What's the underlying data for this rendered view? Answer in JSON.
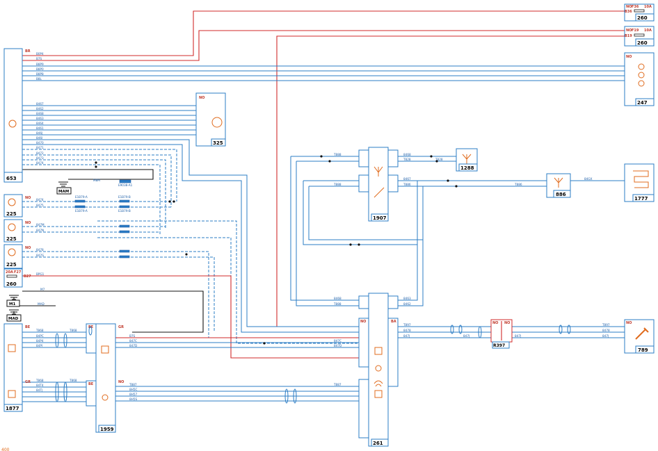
{
  "components": {
    "c653": {
      "code": "653",
      "conn": "BR"
    },
    "c325": {
      "code": "325",
      "conn": "NO"
    },
    "c225a": {
      "code": "225",
      "conn": "NO"
    },
    "c225b": {
      "code": "225",
      "conn": "NO"
    },
    "c225c": {
      "code": "225",
      "conn": "NO"
    },
    "c260a": {
      "code": "260",
      "conn": "NO",
      "fuse": "F36",
      "rating": "10A",
      "pin": "B36"
    },
    "c260b": {
      "code": "260",
      "conn": "NO",
      "fuse": "F19",
      "rating": "10A",
      "pin": "B19"
    },
    "c260c": {
      "code": "260",
      "fuse": "F27",
      "rating": "20A",
      "pin": "B27"
    },
    "c247": {
      "code": "247",
      "conn": "NO"
    },
    "c1288": {
      "code": "1288"
    },
    "c1907": {
      "code": "1907"
    },
    "c886": {
      "code": "886"
    },
    "c1777": {
      "code": "1777"
    },
    "c1877": {
      "code": "1877",
      "conn_top": "BE",
      "conn_bot": "GR"
    },
    "c1959": {
      "code": "1959",
      "conn_top": "GR",
      "conn_bot": "NO",
      "conn_left": "BE"
    },
    "c261": {
      "code": "261",
      "conn_top": "NO",
      "conn_right": "BA"
    },
    "r397": {
      "code": "R397",
      "conn": "NO"
    },
    "c789": {
      "code": "789",
      "conn": "NO"
    }
  },
  "grounds": {
    "mam": "MAM",
    "m1": "M1",
    "mad": "MAD"
  },
  "wires": {
    "w_b0p4": "B0P4",
    "w_b7s": "B7S",
    "w_b8p9": "B8P9",
    "w_b8p0": "B8P0",
    "w_b8p8": "B8P8",
    "w_b8l": "B8L",
    "w_8467": "8467",
    "w_8462": "8462",
    "w_8468": "8468",
    "w_8463": "8463",
    "w_8464": "8464",
    "w_8461": "8461",
    "w_846j": "846J",
    "w_846i": "846I",
    "w_8470": "8470",
    "w_8471": "8471",
    "w_8472": "8472",
    "w_8473": "8473",
    "w_m8m": "M8M",
    "w_m8m_a1": "E9038-A1",
    "w_8474": "8474",
    "w_8475": "8475",
    "w_e1b79a": "E1B79-A",
    "w_e1b79b": "E1B79-B",
    "w_847m": "847M",
    "w_847n": "847N",
    "w_8478": "8478",
    "w_847g": "847G",
    "w_bpg1": "BPG1",
    "w_m7": "M7",
    "w_mad": "MAD",
    "w_t868": "T868",
    "w_84pc": "84PC",
    "w_84p4": "84P4",
    "w_84pi": "84PI",
    "w_b7s2": "B7S",
    "w_847c": "847C",
    "w_847d": "847D",
    "w_t868b": "T868",
    "w_84t4": "84T4",
    "w_84tj": "84TJ",
    "w_t887": "T887",
    "w_8h5c": "8H5C",
    "w_8h57": "8H57",
    "w_8h5s": "8H5S",
    "w_t888": "T888",
    "w_8468x": "8468",
    "w_t828": "T828",
    "w_8467x": "8467",
    "w_t886": "T886",
    "w_t886b": "T886",
    "w_84gx": "84GX",
    "w_8463b": "8463",
    "w_8462b": "8462",
    "w_t897": "T897",
    "w_8478b": "8478",
    "w_847jr": "847J",
    "w_847j": "847J"
  },
  "colors": {
    "wire_blue": "#2b7cc4",
    "wire_red": "#d02a2a",
    "wire_black": "#111111",
    "label_orange": "#e06b1d",
    "conn_red": "#c0392b"
  },
  "page": {
    "number": "400"
  }
}
